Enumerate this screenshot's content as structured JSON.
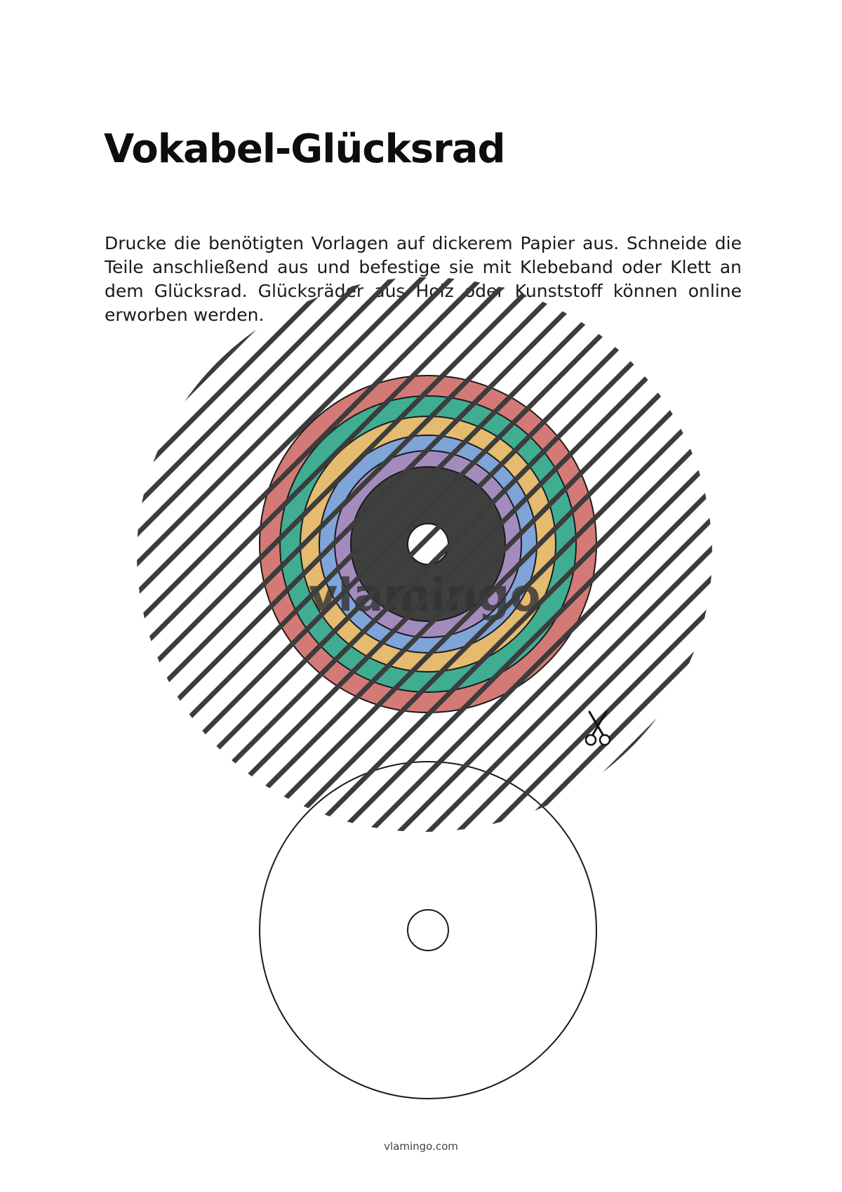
{
  "document": {
    "title": "Vokabel-Glücksrad",
    "instructions": "Drucke die benötigten Vorlagen auf dickerem Papier aus. Schneide die Teile anschließend aus und befestige sie mit Klebeband oder Klett an dem Glücksrad. Glücksräder aus Holz oder Kunststoff können online erworben werden.",
    "footer": "vlamingo.com"
  },
  "wheel": {
    "ring_colors": [
      "#d47a76",
      "#40ad93",
      "#e5bb6f",
      "#7fa4d8",
      "#a48bbd"
    ],
    "center_color": "#3f3f3f",
    "watermark": "vlamingo"
  },
  "icons": {
    "cut_marker": "scissors-icon"
  },
  "colors": {
    "stripe": "#3c3c3c",
    "outline": "#1a1a1a"
  }
}
